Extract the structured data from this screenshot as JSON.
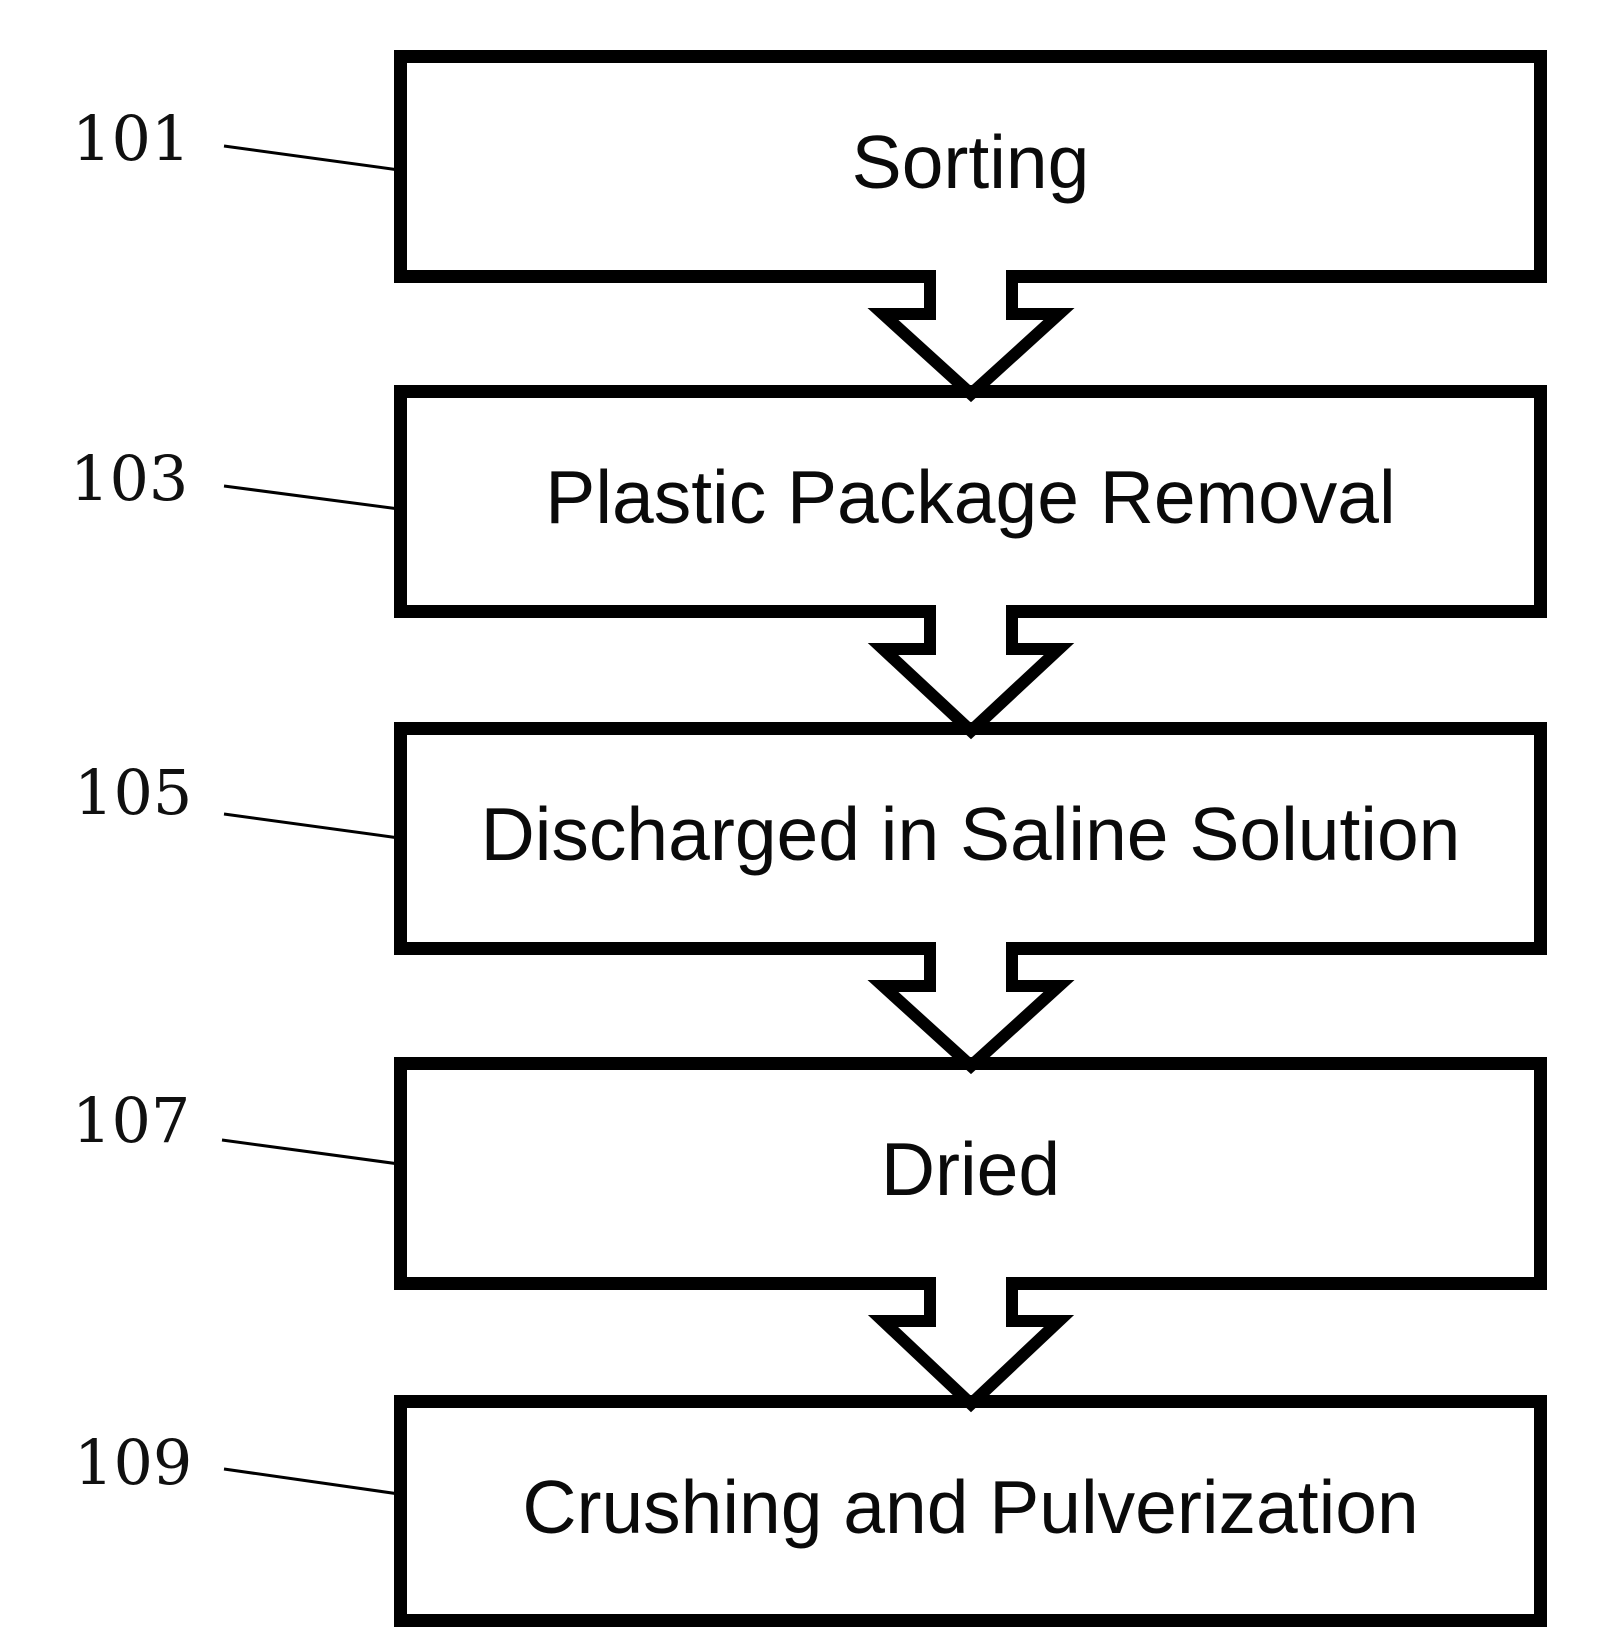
{
  "figure": {
    "type": "flowchart",
    "background_color": "#ffffff",
    "line_color": "#000000",
    "connector_style": "hollow-block-down-arrow",
    "steps": [
      {
        "ref": "101",
        "label": "Sorting"
      },
      {
        "ref": "103",
        "label": "Plastic Package Removal"
      },
      {
        "ref": "105",
        "label": "Discharged in Saline Solution"
      },
      {
        "ref": "107",
        "label": "Dried"
      },
      {
        "ref": "109",
        "label": "Crushing and Pulverization"
      }
    ]
  }
}
